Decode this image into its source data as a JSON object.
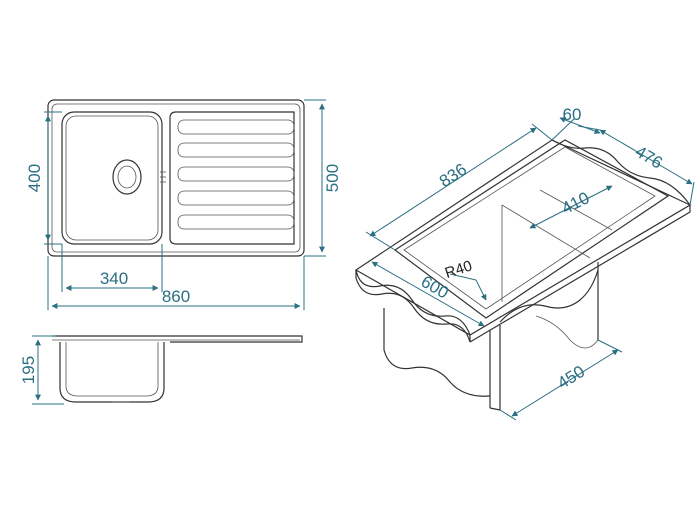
{
  "colors": {
    "dimension": "#2a6f82",
    "outline": "#333333"
  },
  "top_view": {
    "dim_height_bowl": "400",
    "dim_height_total": "500",
    "dim_bowl_width": "340",
    "dim_total_width": "860"
  },
  "side_view": {
    "dim_depth": "195"
  },
  "iso_view": {
    "dim_length": "836",
    "dim_rim": "60",
    "dim_width": "476",
    "dim_bowl": "410",
    "dim_radius": "R40",
    "dim_cabinet": "600",
    "dim_cabinet_depth": "450"
  }
}
